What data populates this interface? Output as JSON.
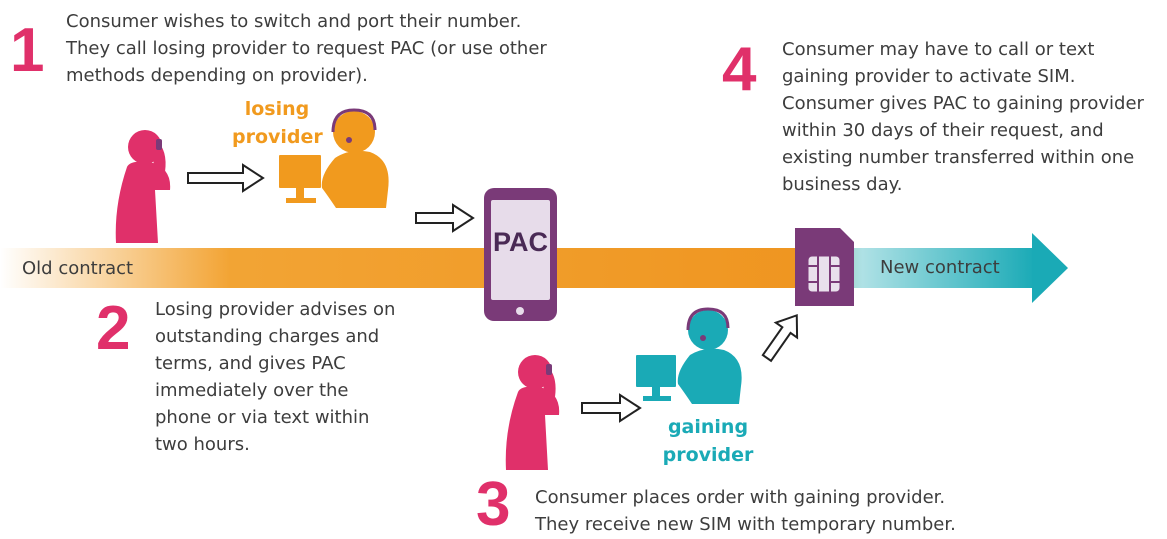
{
  "colors": {
    "accent_pink": "#e0306a",
    "losing_orange": "#f19a1e",
    "gaining_teal": "#1aaab6",
    "phone_purple": "#7a3a78",
    "text": "#3d3d3d"
  },
  "timeline": {
    "old_label": "Old contract",
    "new_label": "New contract"
  },
  "phone": {
    "label": "PAC"
  },
  "steps": [
    {
      "number": "1",
      "lines": [
        "Consumer wishes to switch and port their number.",
        "They call losing provider to request PAC (or use other",
        "methods depending on provider)."
      ]
    },
    {
      "number": "2",
      "lines": [
        "Losing provider advises on",
        "outstanding charges and",
        "terms, and gives PAC",
        "immediately over the",
        "phone or via text within",
        "two hours."
      ]
    },
    {
      "number": "3",
      "lines": [
        "Consumer places order with gaining provider.",
        "They receive new SIM with temporary number."
      ]
    },
    {
      "number": "4",
      "lines": [
        "Consumer may have to call or text",
        "gaining provider to activate SIM.",
        "Consumer gives PAC to gaining provider",
        "within 30 days of their request, and",
        "existing number transferred within one",
        "business day."
      ]
    }
  ],
  "providers": {
    "losing": {
      "lines": [
        "losing",
        "provider"
      ]
    },
    "gaining": {
      "lines": [
        "gaining",
        "provider"
      ]
    }
  },
  "icons": [
    "consumer-icon",
    "agent-icon",
    "computer-icon",
    "arrow-icon",
    "phone-icon",
    "sim-card-icon"
  ]
}
